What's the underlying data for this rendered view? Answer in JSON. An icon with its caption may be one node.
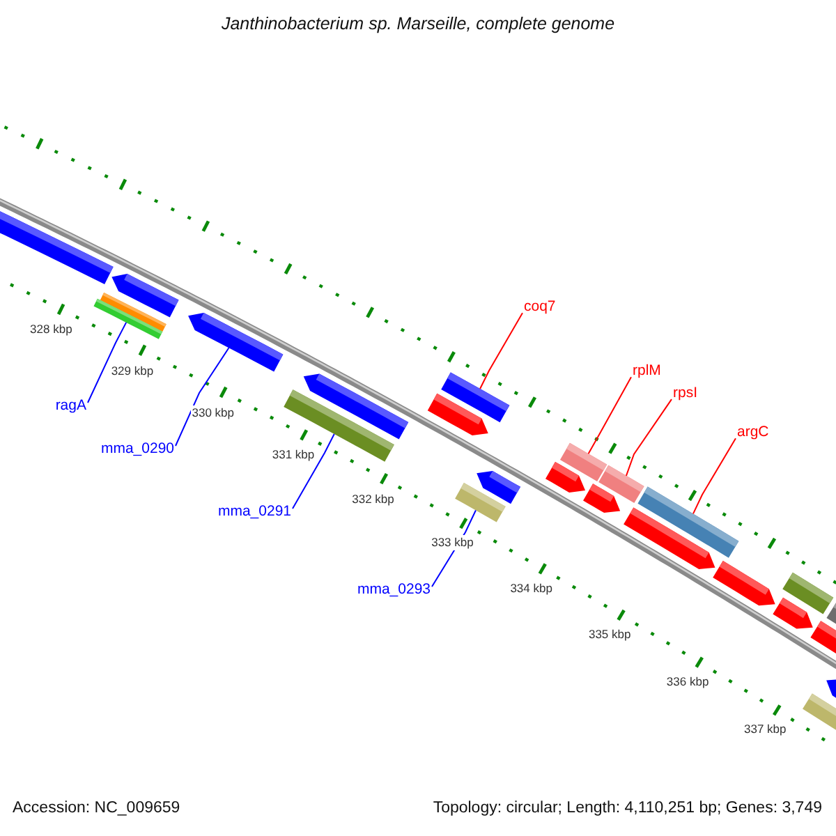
{
  "diagram": {
    "title": "Janthinobacterium sp. Marseille, complete genome",
    "nodes": [
      {
        "text": [
          "coq7"
        ]
      },
      {
        "text": [
          "rplM"
        ]
      },
      {
        "text": [
          "rpsI"
        ]
      },
      {
        "text": [
          "ragA"
        ]
      },
      {
        "text": [
          "argC"
        ]
      },
      {
        "text": [
          "mma_0290"
        ]
      },
      {
        "text": [
          "mma_0291"
        ]
      },
      {
        "text": [
          "mma_0293"
        ]
      },
      {
        "text": [],
        "shape": "bar"
      },
      {
        "text": [],
        "shape": "bar"
      },
      {
        "text": [],
        "shape": "bar"
      },
      {
        "text": [],
        "shape": "bar"
      },
      {
        "text": [],
        "shape": "bar"
      },
      {
        "text": [],
        "shape": "bar"
      },
      {
        "text": [],
        "shape": "bar"
      },
      {
        "text": [],
        "shape": "bar"
      },
      {
        "text": [],
        "shape": "bar"
      },
      {
        "text": [],
        "shape": "bar"
      },
      {
        "text": [],
        "shape": "bar"
      },
      {
        "text": [],
        "shape": "bar"
      },
      {
        "text": [],
        "shape": "bar"
      },
      {
        "text": [],
        "shape": "bar"
      },
      {
        "text": [],
        "shape": "bar"
      },
      {
        "text": [],
        "shape": "bar"
      },
      {
        "text": [],
        "shape": "bar"
      },
      {
        "text": [],
        "shape": "bar"
      },
      {
        "text": [],
        "shape": "bar"
      },
      {
        "text": [],
        "shape": "bar"
      },
      {
        "text": [],
        "shape": "bar"
      },
      {
        "text": [],
        "shape": "bar"
      },
      {
        "text": [],
        "shape": "bar"
      },
      {
        "text": [],
        "shape": "bar"
      }
    ],
    "edges": [
      {
        "from": 0,
        "to": 15,
        "arrow": "none",
        "color": "#ff0000"
      },
      {
        "from": 1,
        "to": 19,
        "arrow": "none",
        "color": "#ff0000"
      },
      {
        "from": 2,
        "to": 20,
        "arrow": "none",
        "color": "#ff0000"
      },
      {
        "from": 3,
        "to": 11,
        "arrow": "none",
        "color": "#0000ff"
      },
      {
        "from": 4,
        "to": 23,
        "arrow": "none",
        "color": "#ff0000"
      },
      {
        "from": 5,
        "to": 12,
        "arrow": "none",
        "color": "#0000ff"
      },
      {
        "from": 6,
        "to": 14,
        "arrow": "none",
        "color": "#0000ff"
      },
      {
        "from": 7,
        "to": 18,
        "arrow": "none",
        "color": "#0000ff"
      }
    ],
    "labels": [
      "328 kbp",
      "329 kbp",
      "330 kbp",
      "331 kbp",
      "332 kbp",
      "333 kbp",
      "334 kbp",
      "335 kbp",
      "336 kbp",
      "337 kbp",
      "Accession: NC_009659",
      "Topology: circular; Length: 4,110,251 bp; Genes: 3,749"
    ]
  }
}
